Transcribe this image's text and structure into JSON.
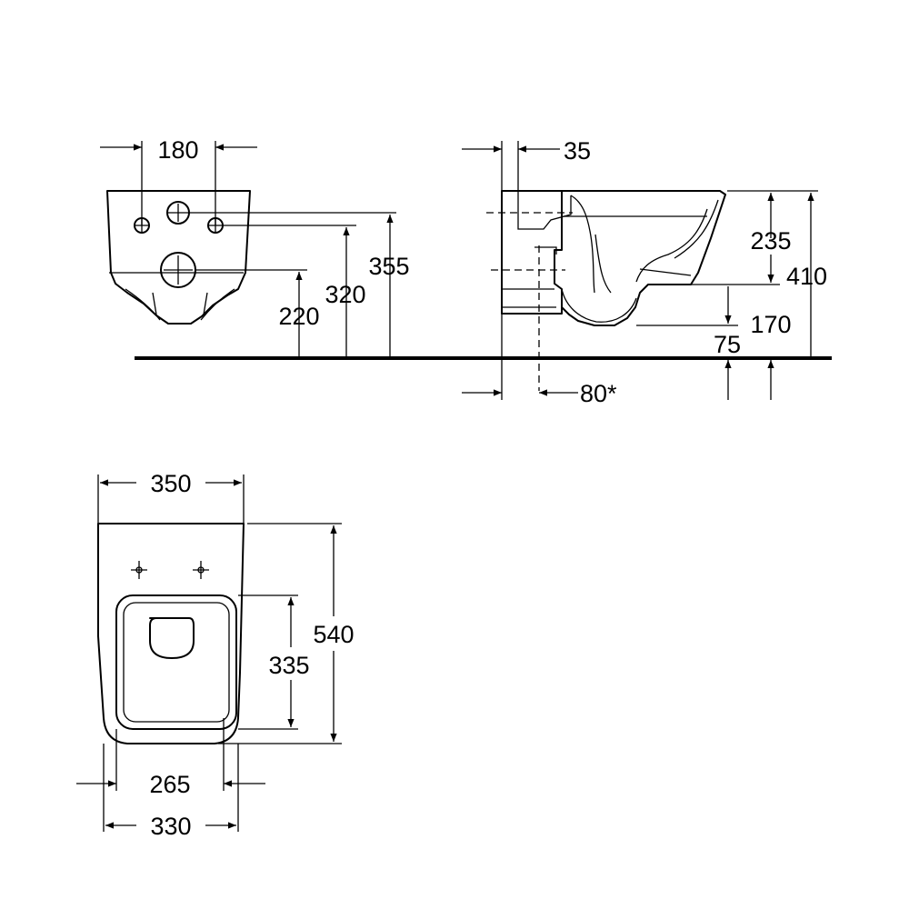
{
  "dimensions": {
    "front_width_hole_spacing": "180",
    "front_height_top_holes": "355",
    "front_height_mid_holes": "320",
    "front_height_outlet": "220",
    "side_wall_offset": "35",
    "side_height_to_seat": "235",
    "side_total_height": "410",
    "side_outlet_height": "170",
    "side_floor_clearance": "75",
    "side_projection": "80*",
    "top_width": "350",
    "top_depth": "540",
    "top_inner_depth": "335",
    "top_inner_width": "265",
    "top_base_width": "330"
  }
}
